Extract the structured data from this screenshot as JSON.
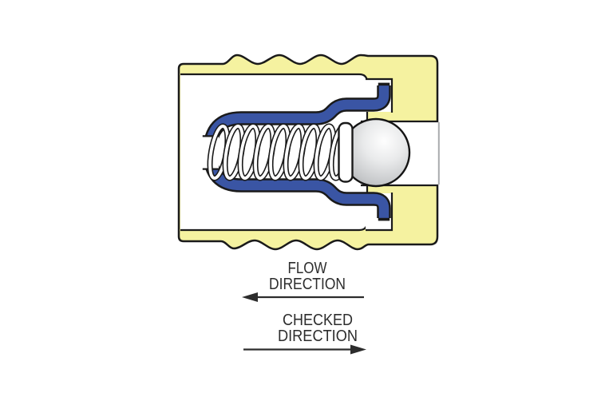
{
  "diagram": {
    "kind": "spring-loaded ball check valve cross-section",
    "labels": {
      "flow1": "FLOW",
      "flow2": "DIRECTION",
      "checked1": "CHECKED",
      "checked2": "DIRECTION"
    },
    "arrows": {
      "flow_direction": "left",
      "checked_direction": "right"
    },
    "colors": {
      "housing": "#F5F2A0",
      "retainer": "#3A55A4",
      "outline": "#1A1A1A",
      "ball_highlight": "#FEFEFE",
      "ball_light": "#E9EAEB",
      "ball_mid": "#C6C8CA",
      "ball_shadow": "#9EA0A2",
      "channel_edge": "#A9ABAD",
      "text": "#2D2D2D"
    },
    "parts": [
      "housing",
      "spring",
      "spring retainer",
      "ball",
      "outlet channel"
    ]
  }
}
